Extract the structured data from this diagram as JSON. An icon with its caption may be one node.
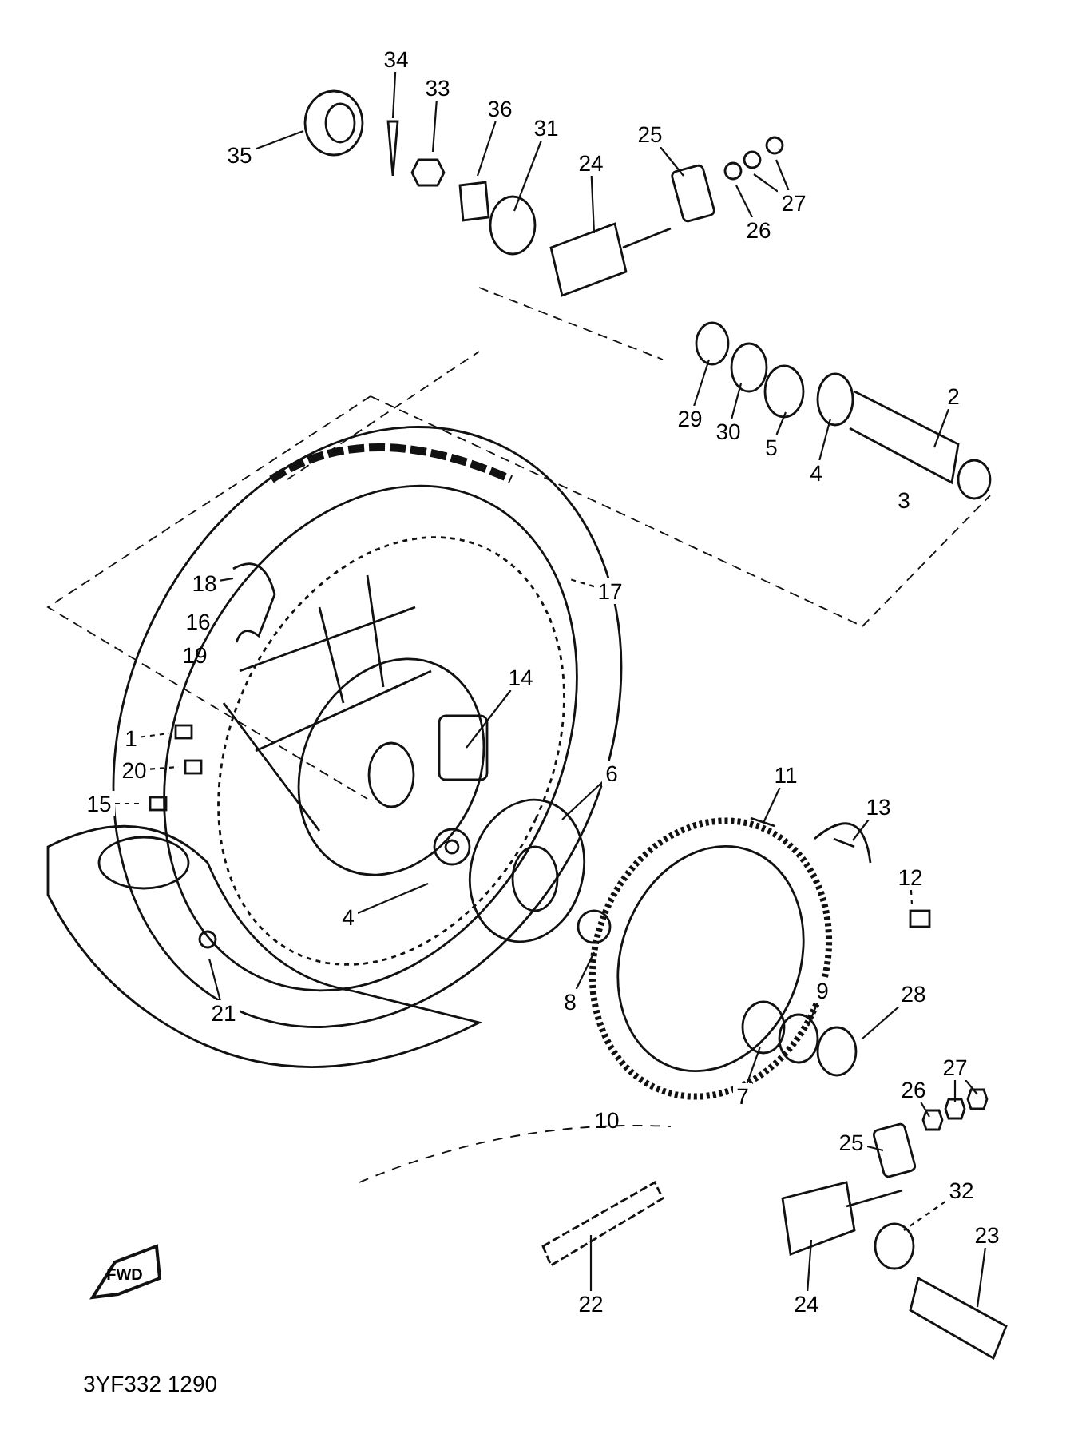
{
  "diagram": {
    "nodes": [
      {
        "text": [
          "34"
        ]
      },
      {
        "text": [
          "33"
        ]
      },
      {
        "text": [
          "36"
        ]
      },
      {
        "text": [
          "31"
        ]
      },
      {
        "text": [
          "35"
        ]
      },
      {
        "text": [
          "24"
        ]
      },
      {
        "text": [
          "25"
        ]
      },
      {
        "text": [
          "27"
        ]
      },
      {
        "text": [
          "26"
        ]
      },
      {
        "text": [
          "29"
        ]
      },
      {
        "text": [
          "30"
        ]
      },
      {
        "text": [
          "5"
        ]
      },
      {
        "text": [
          "4"
        ]
      },
      {
        "text": [
          "2"
        ]
      },
      {
        "text": [
          "17"
        ]
      },
      {
        "text": [
          "18"
        ]
      },
      {
        "text": [
          "1"
        ]
      },
      {
        "text": [
          "20"
        ]
      },
      {
        "text": [
          "15"
        ]
      },
      {
        "text": [
          "14"
        ]
      },
      {
        "text": [
          "6"
        ]
      },
      {
        "text": [
          "4"
        ]
      },
      {
        "text": [
          "21"
        ]
      },
      {
        "text": [
          "8"
        ]
      },
      {
        "text": [
          "11"
        ]
      },
      {
        "text": [
          "13"
        ]
      },
      {
        "text": [
          "12"
        ]
      },
      {
        "text": [
          "9"
        ]
      },
      {
        "text": [
          "28"
        ]
      },
      {
        "text": [
          "7"
        ]
      },
      {
        "text": [
          "27"
        ]
      },
      {
        "text": [
          "26"
        ]
      },
      {
        "text": [
          "25"
        ]
      },
      {
        "text": [
          "32"
        ]
      },
      {
        "text": [
          "22"
        ]
      },
      {
        "text": [
          "24"
        ]
      },
      {
        "text": [
          "23"
        ]
      }
    ],
    "edges": [
      {
        "from": 0,
        "to": null,
        "arrow": "none"
      },
      {
        "from": 1,
        "to": null,
        "arrow": "none"
      },
      {
        "from": 2,
        "to": null,
        "arrow": "none"
      },
      {
        "from": 3,
        "to": null,
        "arrow": "none"
      },
      {
        "from": 4,
        "to": null,
        "arrow": "none"
      },
      {
        "from": 5,
        "to": null,
        "arrow": "none"
      },
      {
        "from": 6,
        "to": null,
        "arrow": "none"
      },
      {
        "from": 7,
        "to": null,
        "arrow": "none"
      },
      {
        "from": 7,
        "to": null,
        "arrow": "none"
      },
      {
        "from": 8,
        "to": null,
        "arrow": "none"
      },
      {
        "from": 9,
        "to": null,
        "arrow": "none"
      },
      {
        "from": 10,
        "to": null,
        "arrow": "none"
      },
      {
        "from": 11,
        "to": null,
        "arrow": "none"
      },
      {
        "from": 12,
        "to": null,
        "arrow": "none"
      },
      {
        "from": 13,
        "to": null,
        "arrow": "none"
      },
      {
        "from": 14,
        "to": null,
        "arrow": "none",
        "style": "dashed"
      },
      {
        "from": 15,
        "to": null,
        "arrow": "none"
      },
      {
        "from": 16,
        "to": null,
        "arrow": "none",
        "style": "dashed"
      },
      {
        "from": 17,
        "to": null,
        "arrow": "none",
        "style": "dashed"
      },
      {
        "from": 18,
        "to": null,
        "arrow": "none",
        "style": "dashed"
      },
      {
        "from": 19,
        "to": null,
        "arrow": "none"
      },
      {
        "from": 20,
        "to": null,
        "arrow": "none"
      },
      {
        "from": 21,
        "to": null,
        "arrow": "none"
      },
      {
        "from": 22,
        "to": null,
        "arrow": "none"
      },
      {
        "from": 23,
        "to": null,
        "arrow": "none"
      },
      {
        "from": 24,
        "to": null,
        "arrow": "none"
      },
      {
        "from": 25,
        "to": null,
        "arrow": "none"
      },
      {
        "from": 26,
        "to": null,
        "arrow": "none",
        "style": "dashed"
      },
      {
        "from": 27,
        "to": null,
        "arrow": "none"
      },
      {
        "from": 28,
        "to": null,
        "arrow": "none"
      },
      {
        "from": 29,
        "to": null,
        "arrow": "none"
      },
      {
        "from": 30,
        "to": null,
        "arrow": "none"
      },
      {
        "from": 30,
        "to": null,
        "arrow": "none"
      },
      {
        "from": 31,
        "to": null,
        "arrow": "none"
      },
      {
        "from": 32,
        "to": null,
        "arrow": "none"
      },
      {
        "from": 33,
        "to": null,
        "arrow": "none",
        "style": "dashed"
      },
      {
        "from": 34,
        "to": null,
        "arrow": "none"
      },
      {
        "from": 35,
        "to": null,
        "arrow": "none"
      },
      {
        "from": 36,
        "to": null,
        "arrow": "none"
      }
    ],
    "labels": [
      "3",
      "16",
      "19",
      "10",
      "FWD",
      "3YF332 1290"
    ]
  }
}
